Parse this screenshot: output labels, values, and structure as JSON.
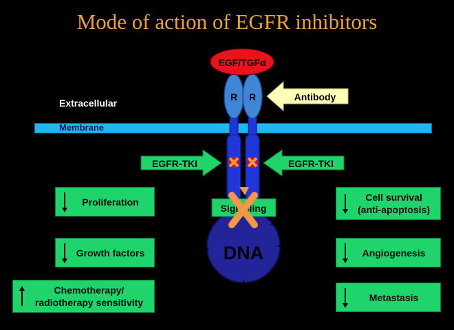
{
  "title": "Mode of action of EGFR inhibitors",
  "ligand": "EGF/TGFα",
  "receptor_left": "R",
  "receptor_right": "R",
  "antibody": "Antibody",
  "extracellular": "Extracellular",
  "membrane": "Membrane",
  "tki_left": "EGFR-TKI",
  "tki_right": "EGFR-TKI",
  "signalling": "Signalling",
  "dna": "DNA",
  "left_effects": [
    {
      "label_1": "Proliferation",
      "label_2": ""
    },
    {
      "label_1": "Growth factors",
      "label_2": ""
    },
    {
      "label_1": "Chemotherapy/",
      "label_2": "radiotherapy sensitivity"
    }
  ],
  "right_effects": [
    {
      "label_1": "Cell survival",
      "label_2": "(anti-apoptosis)"
    },
    {
      "label_1": "Angiogenesis",
      "label_2": ""
    },
    {
      "label_1": "Metastasis",
      "label_2": ""
    }
  ],
  "effect_directions": {
    "proliferation": "down",
    "growth_factors": "down",
    "sensitivity": "up",
    "cell_survival": "down",
    "angiogenesis": "down",
    "metastasis": "down"
  },
  "colors": {
    "background": "#000000",
    "title": "#E8A33C",
    "ligand": "#E8141C",
    "receptor": "#3F86D9",
    "membrane": "#1EB7F0",
    "antibody": "#FFFFB8",
    "effect_box": "#1FD46A",
    "block_mark": "#F79646",
    "dna": "#23239A"
  }
}
